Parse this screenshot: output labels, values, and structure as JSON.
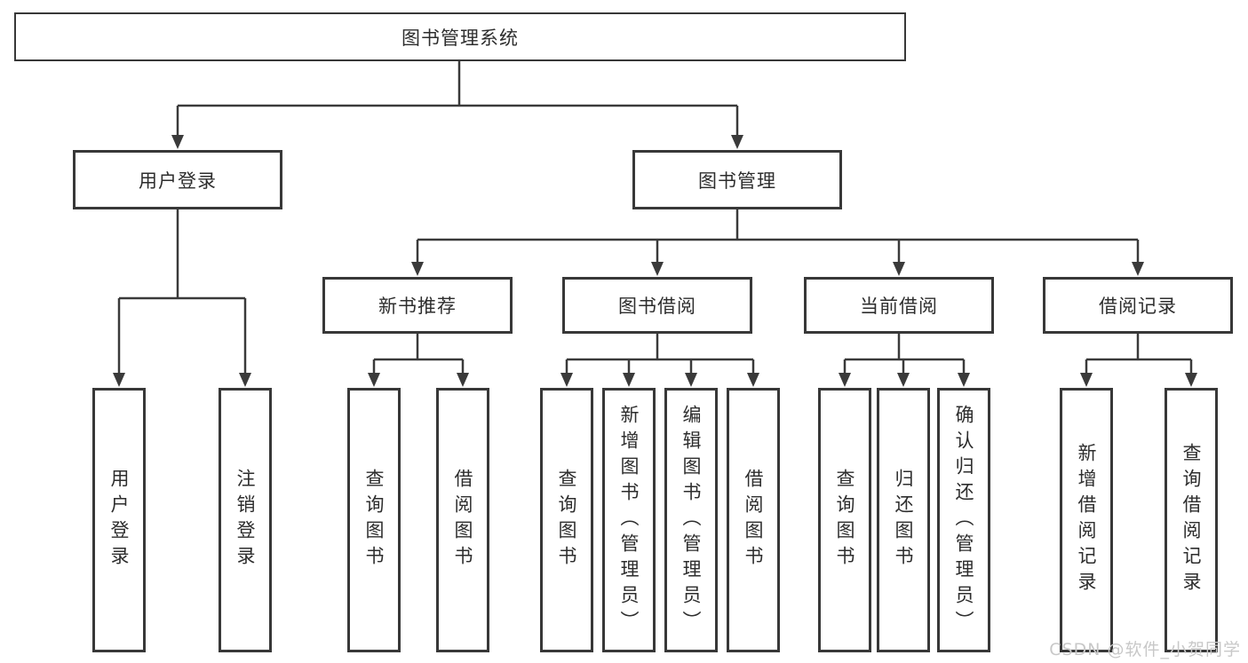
{
  "diagram": {
    "root": "图书管理系统",
    "level2": [
      "用户登录",
      "图书管理"
    ],
    "level3": [
      "新书推荐",
      "图书借阅",
      "当前借阅",
      "借阅记录"
    ],
    "leaves": {
      "user_login": [
        "用户登录",
        "注销登录"
      ],
      "new_book": [
        "查询图书",
        "借阅图书"
      ],
      "book_borrow": [
        "查询图书",
        "新增图书（管理员）",
        "编辑图书（管理员）",
        "借阅图书"
      ],
      "current_borrow": [
        "查询图书",
        "归还图书",
        "确认归还（管理员）"
      ],
      "borrow_records": [
        "新增借阅记录",
        "查询借阅记录"
      ]
    }
  },
  "watermark": "CSDN @软件_小贺同学",
  "colors": {
    "line": "#3a3a3a",
    "box_border": "#383838",
    "text": "#2d2d2d",
    "background": "#ffffff",
    "watermark": "#c8c8c8"
  }
}
